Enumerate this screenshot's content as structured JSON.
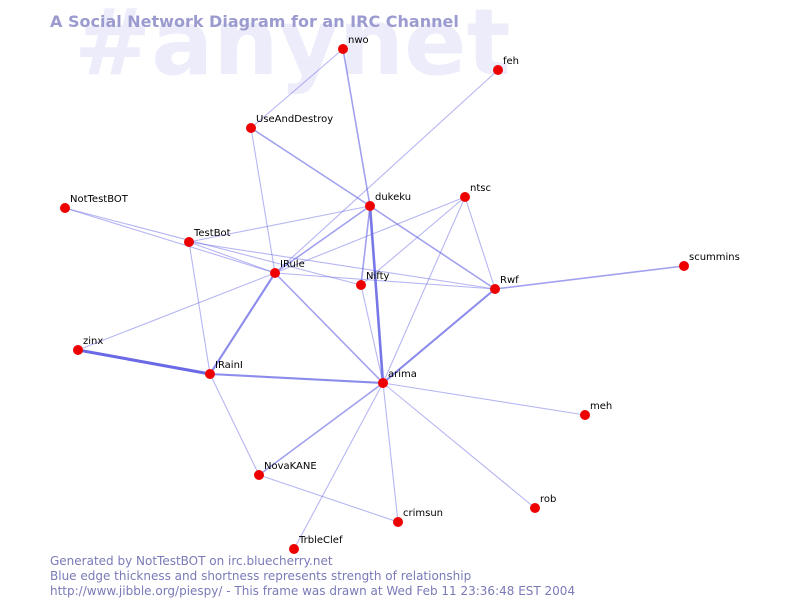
{
  "title": "A Social Network Diagram for an IRC Channel",
  "channel": "#anynet",
  "footer": {
    "line1": "Generated by NotTestBOT on irc.bluecherry.net",
    "line2": "Blue edge thickness and shortness represents strength of relationship",
    "line3": "http://www.jibble.org/piespy/ - This frame was drawn at Wed Feb 11 23:36:48 EST 2004"
  },
  "colors": {
    "node": "#ee0000",
    "edge": "#6a6ae6",
    "title": "#9b9bd0",
    "watermark": "#ececfb",
    "footer": "#7a7ab8"
  },
  "nodes": [
    {
      "id": "nwo",
      "label": "nwo"
    },
    {
      "id": "feh",
      "label": "feh"
    },
    {
      "id": "UseAndDestroy",
      "label": "UseAndDestroy"
    },
    {
      "id": "NotTestBOT",
      "label": "NotTestBOT"
    },
    {
      "id": "dukeku",
      "label": "dukeku"
    },
    {
      "id": "ntsc",
      "label": "ntsc"
    },
    {
      "id": "TestBot",
      "label": "TestBot"
    },
    {
      "id": "IRule",
      "label": "IRule"
    },
    {
      "id": "Nifty",
      "label": "Nifty"
    },
    {
      "id": "Rwf",
      "label": "Rwf"
    },
    {
      "id": "scummins",
      "label": "scummins"
    },
    {
      "id": "zinx",
      "label": "zinx"
    },
    {
      "id": "IRainI",
      "label": "IRainI"
    },
    {
      "id": "arima",
      "label": "arima"
    },
    {
      "id": "meh",
      "label": "meh"
    },
    {
      "id": "NovaKANE",
      "label": "NovaKANE"
    },
    {
      "id": "rob",
      "label": "rob"
    },
    {
      "id": "crimsun",
      "label": "crimsun"
    },
    {
      "id": "TrbleClef",
      "label": "TrbleClef"
    }
  ],
  "edges": [
    {
      "source": "zinx",
      "target": "IRainI",
      "weight": 5
    },
    {
      "source": "dukeku",
      "target": "arima",
      "weight": 4
    },
    {
      "source": "IRule",
      "target": "IRainI",
      "weight": 3
    },
    {
      "source": "IRainI",
      "target": "arima",
      "weight": 3
    },
    {
      "source": "arima",
      "target": "Rwf",
      "weight": 3
    },
    {
      "source": "dukeku",
      "target": "nwo",
      "weight": 2
    },
    {
      "source": "UseAndDestroy",
      "target": "dukeku",
      "weight": 2
    },
    {
      "source": "IRule",
      "target": "dukeku",
      "weight": 2
    },
    {
      "source": "IRule",
      "target": "arima",
      "weight": 2
    },
    {
      "source": "Rwf",
      "target": "scummins",
      "weight": 2
    },
    {
      "source": "arima",
      "target": "NovaKANE",
      "weight": 2
    },
    {
      "source": "dukeku",
      "target": "Nifty",
      "weight": 2
    },
    {
      "source": "dukeku",
      "target": "Rwf",
      "weight": 2
    },
    {
      "source": "nwo",
      "target": "UseAndDestroy",
      "weight": 1
    },
    {
      "source": "feh",
      "target": "IRule",
      "weight": 1
    },
    {
      "source": "UseAndDestroy",
      "target": "IRule",
      "weight": 1
    },
    {
      "source": "NotTestBOT",
      "target": "IRule",
      "weight": 1
    },
    {
      "source": "NotTestBOT",
      "target": "Nifty",
      "weight": 1
    },
    {
      "source": "TestBot",
      "target": "IRule",
      "weight": 1
    },
    {
      "source": "TestBot",
      "target": "dukeku",
      "weight": 1
    },
    {
      "source": "TestBot",
      "target": "Rwf",
      "weight": 1
    },
    {
      "source": "TestBot",
      "target": "IRainI",
      "weight": 1
    },
    {
      "source": "ntsc",
      "target": "IRule",
      "weight": 1
    },
    {
      "source": "ntsc",
      "target": "Nifty",
      "weight": 1
    },
    {
      "source": "ntsc",
      "target": "Rwf",
      "weight": 1
    },
    {
      "source": "ntsc",
      "target": "arima",
      "weight": 1
    },
    {
      "source": "IRule",
      "target": "zinx",
      "weight": 1
    },
    {
      "source": "IRule",
      "target": "Rwf",
      "weight": 1
    },
    {
      "source": "Nifty",
      "target": "arima",
      "weight": 1
    },
    {
      "source": "IRainI",
      "target": "NovaKANE",
      "weight": 1
    },
    {
      "source": "arima",
      "target": "meh",
      "weight": 1
    },
    {
      "source": "arima",
      "target": "rob",
      "weight": 1
    },
    {
      "source": "arima",
      "target": "crimsun",
      "weight": 1
    },
    {
      "source": "arima",
      "target": "TrbleClef",
      "weight": 1
    },
    {
      "source": "NovaKANE",
      "target": "crimsun",
      "weight": 1
    }
  ]
}
